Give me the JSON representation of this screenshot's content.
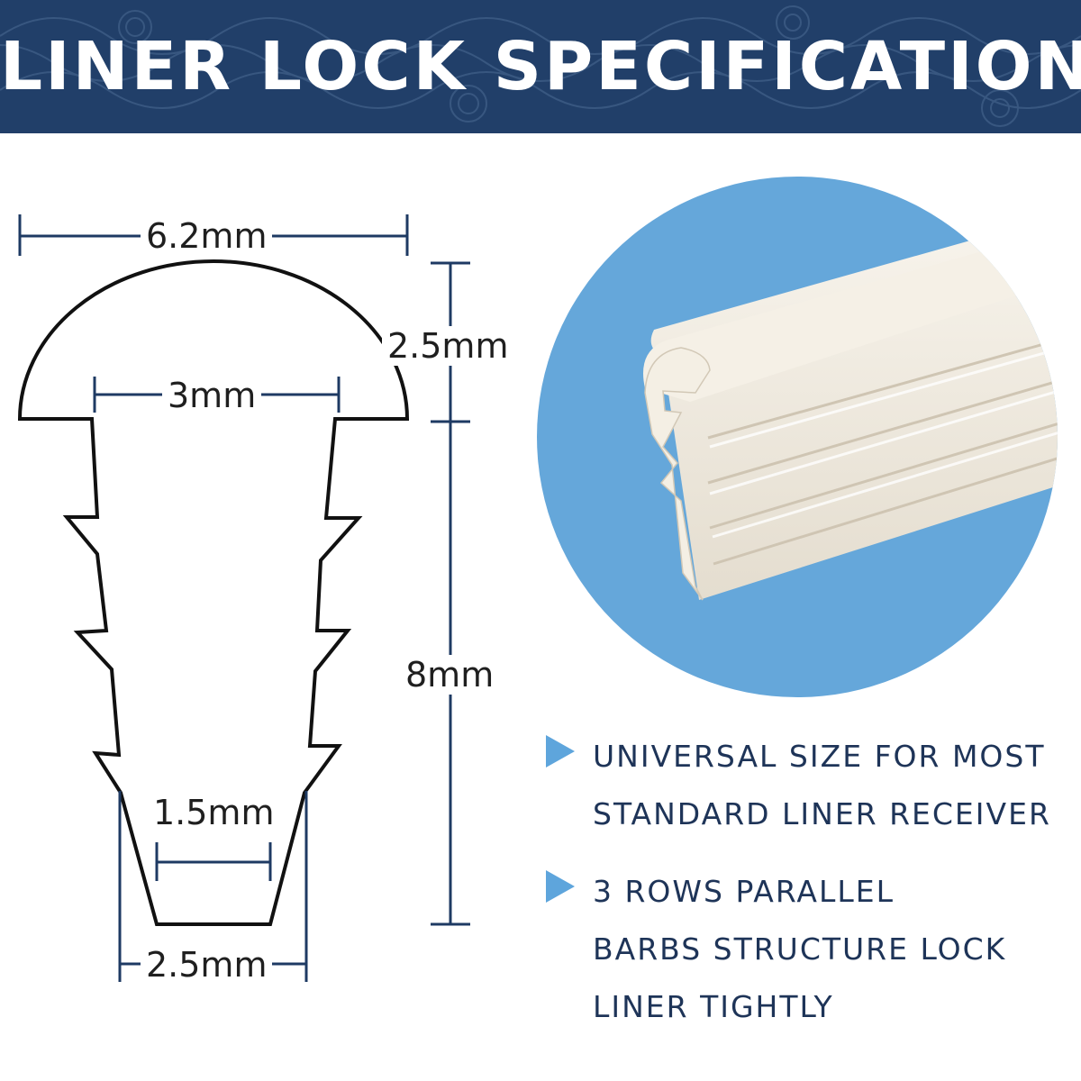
{
  "title": "LINER LOCK SPECIFICATION",
  "colors": {
    "banner": "#213f69",
    "dimension_line": "#1e3a63",
    "bullet_arrow": "#5ea5dc",
    "photo_background": "#65a7da",
    "profile_fill": "#f1ece2"
  },
  "dimensions": {
    "head_width": "6.2mm",
    "head_height": "2.5mm",
    "neck_width": "3mm",
    "stem_height": "8mm",
    "slot_width": "1.5mm",
    "base_width": "2.5mm"
  },
  "bullets": [
    {
      "lines": [
        "UNIVERSAL SIZE FOR MOST",
        "STANDARD LINER RECEIVER"
      ]
    },
    {
      "lines": [
        "3 ROWS PARALLEL",
        "BARBS STRUCTURE LOCK",
        "LINER TIGHTLY"
      ]
    }
  ]
}
